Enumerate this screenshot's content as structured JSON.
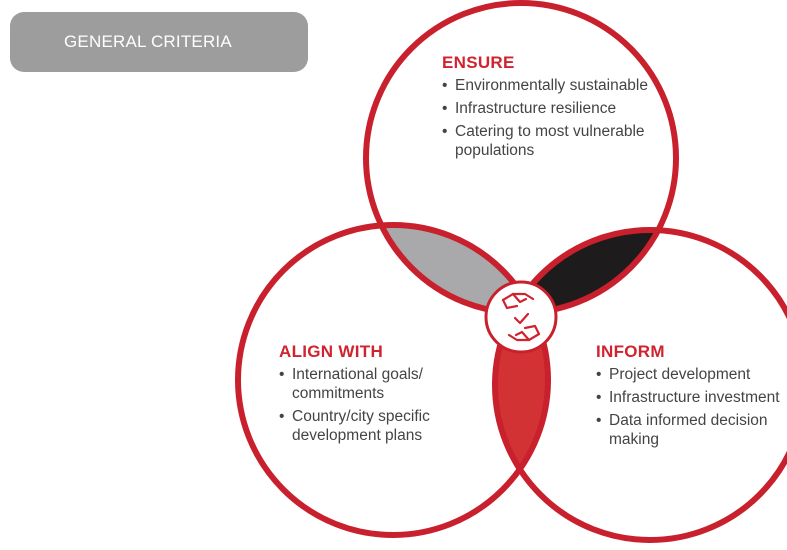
{
  "badge": {
    "label": "GENERAL CRITERIA"
  },
  "circles": {
    "ensure": {
      "title": "ENSURE",
      "items": [
        "Environmentally sustainable",
        "Infrastructure resilience",
        "Catering to most vulnerable populations"
      ]
    },
    "align": {
      "title": "ALIGN WITH",
      "items": [
        "International goals/ commitments",
        "Country/city specific development plans"
      ]
    },
    "inform": {
      "title": "INFORM",
      "items": [
        "Project development",
        "Infrastructure investment",
        "Data informed decision making"
      ]
    }
  },
  "center_icon": "handshake-hands-icon",
  "colors": {
    "accent_red": "#d0232f",
    "overlap_gray": "#a9a9ab",
    "overlap_black": "#1e1b1c",
    "overlap_red": "#d33234",
    "badge_gray": "#9d9d9d",
    "text": "#444444"
  }
}
